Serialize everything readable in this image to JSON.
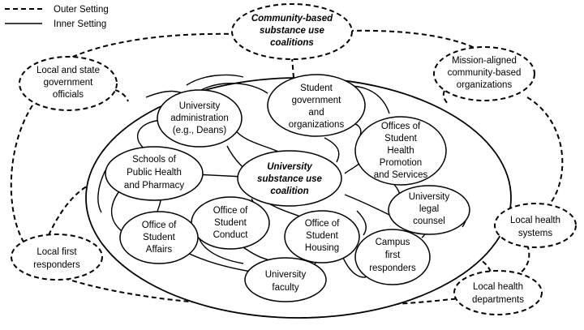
{
  "legend": {
    "outer_label": "Outer Setting",
    "inner_label": "Inner Setting"
  },
  "outer_nodes": {
    "community_coalitions": [
      "Community-based",
      "substance use",
      "coalitions"
    ],
    "local_state_gov": [
      "Local and state",
      "government",
      "officials"
    ],
    "mission_aligned": [
      "Mission-aligned",
      "community-based",
      "organizations"
    ],
    "local_health_systems": [
      "Local health",
      "systems"
    ],
    "local_first_responders": [
      "Local first",
      "responders"
    ],
    "local_health_departments": [
      "Local health",
      "departments"
    ]
  },
  "inner_nodes": {
    "university_coalition": [
      "University",
      "substance use",
      "coalition"
    ],
    "university_admin": [
      "University",
      "administration",
      "(e.g., Deans)"
    ],
    "student_government": [
      "Student",
      "government",
      "and",
      "organizations"
    ],
    "offices_health_promotion": [
      "Offices of",
      "Student",
      "Health",
      "Promotion",
      "and Services"
    ],
    "schools_public_health": [
      "Schools of",
      "Public Health",
      "and Pharmacy"
    ],
    "university_legal": [
      "University",
      "legal",
      "counsel"
    ],
    "office_student_conduct": [
      "Office of",
      "Student",
      "Conduct"
    ],
    "office_student_affairs": [
      "Office of",
      "Student",
      "Affairs"
    ],
    "office_student_housing": [
      "Office of",
      "Student",
      "Housing"
    ],
    "campus_first_responders": [
      "Campus",
      "first",
      "responders"
    ],
    "university_faculty": [
      "University",
      "faculty"
    ]
  }
}
